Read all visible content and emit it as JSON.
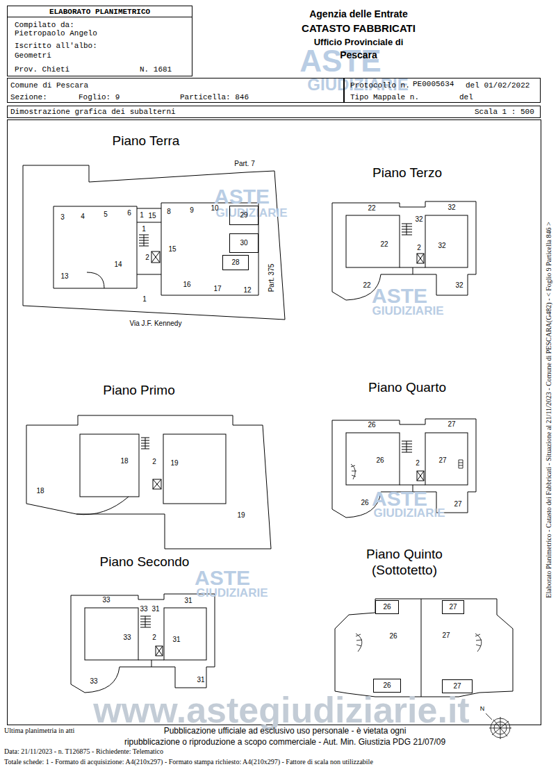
{
  "diagram": {
    "nodes": [
      {
        "text": [
          "ELABORATO PLANIMETRICO",
          "Compilato da:",
          "Pietropaolo Angelo",
          "Iscritto all'albo:",
          "Geometri",
          "Prov. Chieti",
          "N. 1681"
        ]
      },
      {
        "text": [
          "Comune di Pescara",
          "Sezione:",
          "Foglio: 9",
          "Particella: 846"
        ]
      },
      {
        "text": [
          "Protocollo n.",
          "PE0005634",
          "del 01/02/2022",
          "Tipo Mappale n.",
          "del"
        ]
      },
      {
        "text": [
          "Dimostrazione grafica dei subalterni",
          "Scala 1 : 500"
        ]
      },
      {
        "text": [
          "29"
        ]
      },
      {
        "text": [
          "30"
        ]
      },
      {
        "text": [
          "28"
        ]
      },
      {
        "text": [
          "26"
        ]
      },
      {
        "text": [
          "27"
        ]
      },
      {
        "text": [
          "26"
        ]
      },
      {
        "text": [
          "27"
        ]
      }
    ],
    "labels": [
      "Agenzia delle Entrate",
      "CATASTO FABBRICATI",
      "Ufficio Provinciale di",
      "Pescara",
      "ASTE",
      "GIUDIZIARIE",
      "Piano Terra",
      "Part. 7",
      "3",
      "4",
      "5",
      "6",
      "1",
      "15",
      "8",
      "9",
      "10",
      "1",
      "15",
      "2",
      "14",
      "13",
      "16",
      "17",
      "12",
      "1",
      "Part. 375",
      "Via J.F. Kennedy",
      "ASTE",
      "GIUDIZIARIE",
      "Piano Terzo",
      "22",
      "32",
      "32",
      "22",
      "2",
      "32",
      "22",
      "32",
      "ASTE",
      "GIUDIZIARIE",
      "Piano Primo",
      "18",
      "2",
      "19",
      "18",
      "19",
      "Piano Quarto",
      "26",
      "27",
      "26",
      "2",
      "27",
      "26",
      "27",
      "ASTE",
      "GIUDIZIARIE",
      "Piano Secondo",
      "33",
      "31",
      "33",
      "31",
      "33",
      "2",
      "31",
      "33",
      "31",
      "ASTE",
      "GIUDIZIARIE",
      "Piano Quinto (Sottotetto)",
      "26",
      "27",
      "www.astegiudiziarie.it",
      "Ultima planimetria in atti",
      "Pubblicazione ufficiale ad esclusivo uso personale - è vietata ogni",
      "ripubblicazione o riproduzione a scopo commerciale - Aut. Min. Giustizia PDG 21/07/09",
      "Data: 21/11/2023 - n. T126875 - Richiedente: Telematico",
      "Totale schede: 1 - Formato di acquisizione: A4(210x297) - Formato stampa richiesto: A4(210x297) - Fattore di scala non utilizzabile",
      "Elaborato Planimetrico - Catasto dei Fabbricati - Situazione al 21/11/2023 - Comune di PESCARA(G482) - < Foglio 9 Particella 846 >",
      "N"
    ]
  }
}
